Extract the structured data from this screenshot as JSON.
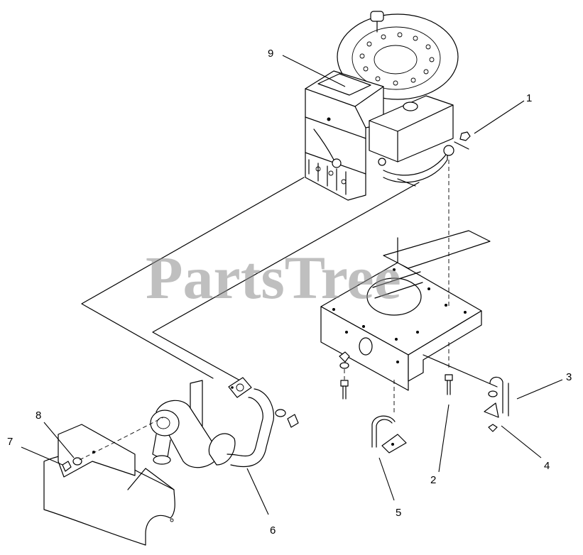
{
  "watermark": "PartsTree",
  "callouts": [
    {
      "id": "9",
      "label": "9"
    },
    {
      "id": "1",
      "label": "1"
    },
    {
      "id": "3",
      "label": "3"
    },
    {
      "id": "4",
      "label": "4"
    },
    {
      "id": "2",
      "label": "2"
    },
    {
      "id": "5",
      "label": "5"
    },
    {
      "id": "6",
      "label": "6"
    },
    {
      "id": "7",
      "label": "7"
    },
    {
      "id": "8",
      "label": "8"
    }
  ]
}
